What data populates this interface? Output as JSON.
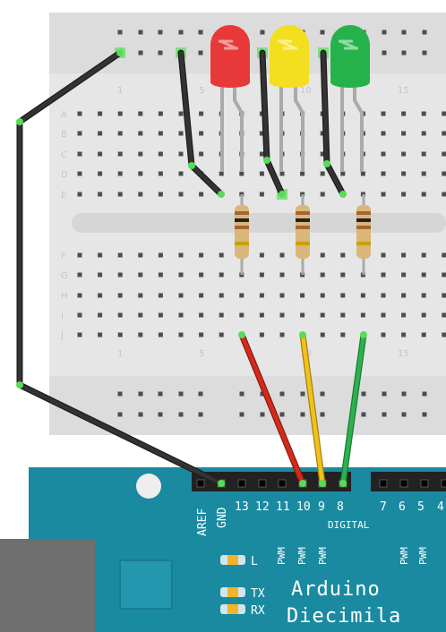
{
  "breadboard": {
    "row_labels_top": [
      "A",
      "B",
      "C",
      "D",
      "E"
    ],
    "row_labels_bottom": [
      "F",
      "G",
      "H",
      "I",
      "J"
    ],
    "column_labels": [
      "1",
      "5",
      "10",
      "15"
    ]
  },
  "leds": [
    {
      "color": "red",
      "fill": "#e8393a"
    },
    {
      "color": "yellow",
      "fill": "#f3de20"
    },
    {
      "color": "green",
      "fill": "#26b24a"
    }
  ],
  "wires": {
    "black": "#333333",
    "red": "#d32a1c",
    "yellow": "#f2c21b",
    "green": "#2bb24f"
  },
  "arduino": {
    "board_color": "#1a8aa0",
    "pin_labels_left": [
      "AREF",
      "GND"
    ],
    "pin_labels_top": [
      "13",
      "12",
      "11",
      "10",
      "9",
      "8"
    ],
    "pin_labels_right": [
      "7",
      "6",
      "5",
      "4"
    ],
    "pwm_label": "PWM",
    "digital_label": "DIGITAL",
    "led_labels": [
      "L",
      "TX",
      "RX"
    ],
    "name_line1": "Arduino",
    "name_line2": "Diecimila"
  }
}
